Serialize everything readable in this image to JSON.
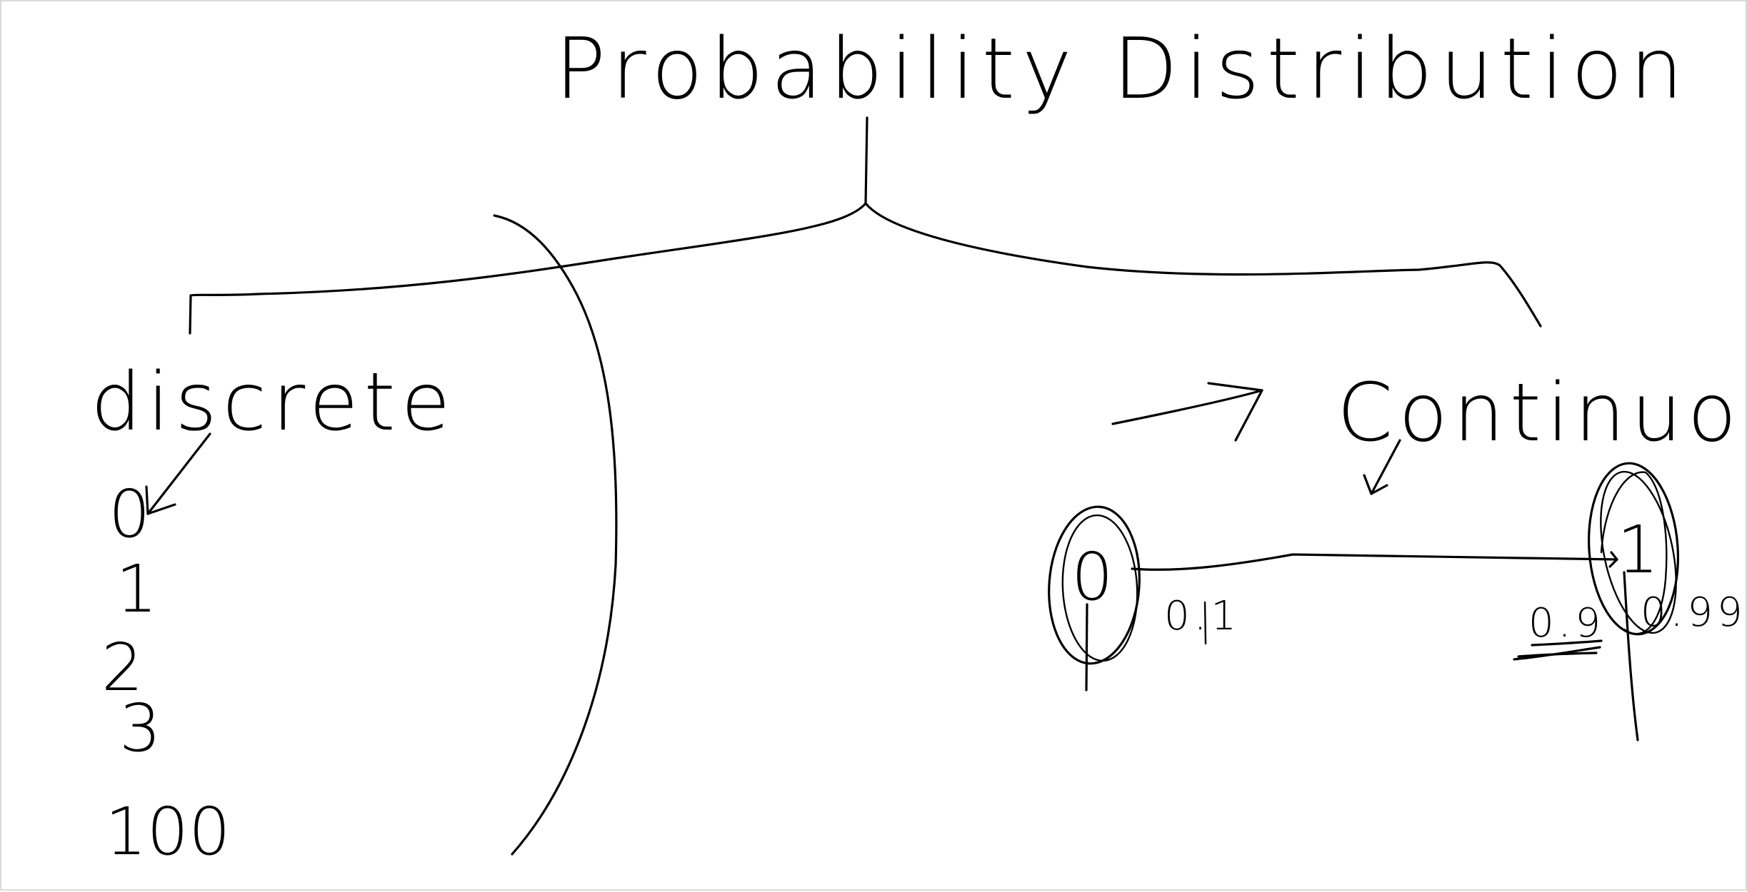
{
  "title": "Probability Distribution",
  "branches": {
    "left": {
      "label": "discrete",
      "values": [
        "0",
        "1",
        "2",
        "3",
        "100"
      ]
    },
    "right": {
      "label": "Continuous",
      "start_value": "0",
      "end_value": "1",
      "near_start_label": "0.1",
      "near_end_label_a": "0.9",
      "near_end_label_b": "0.99"
    }
  },
  "colors": {
    "ink": "#000000",
    "background": "#ffffff",
    "frame": "#d9d9d9"
  }
}
